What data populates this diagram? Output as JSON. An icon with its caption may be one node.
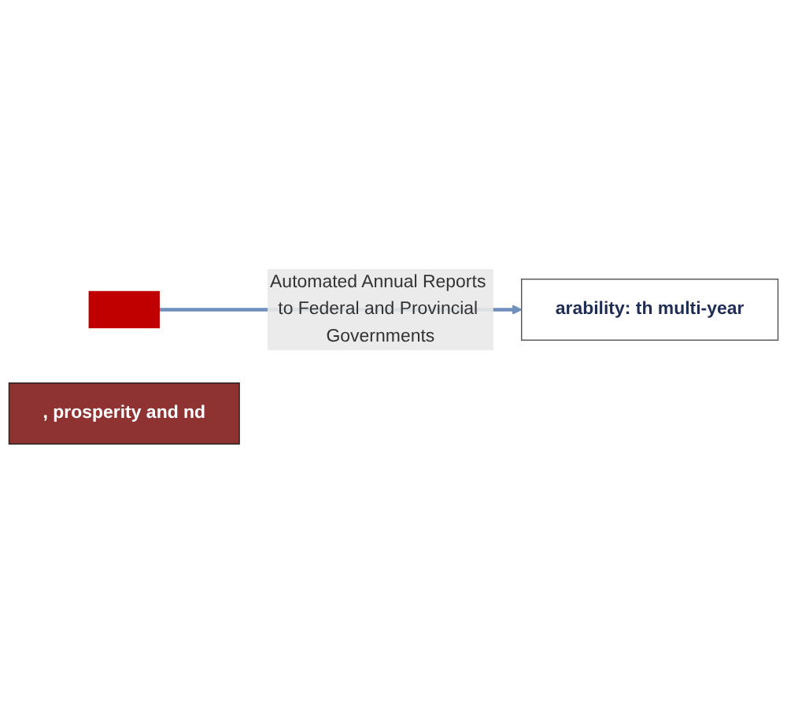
{
  "diagram": {
    "nodes": [
      {
        "text": [],
        "shape": "box"
      },
      {
        "text": [
          ", prosperity and nd"
        ]
      },
      {
        "text": [
          "arability: th multi-year"
        ]
      }
    ],
    "edges": [
      {
        "from": 0,
        "to": 2,
        "arrow": "to",
        "label": "Automated Annual Reports to Federal and Provincial Governments"
      }
    ]
  }
}
